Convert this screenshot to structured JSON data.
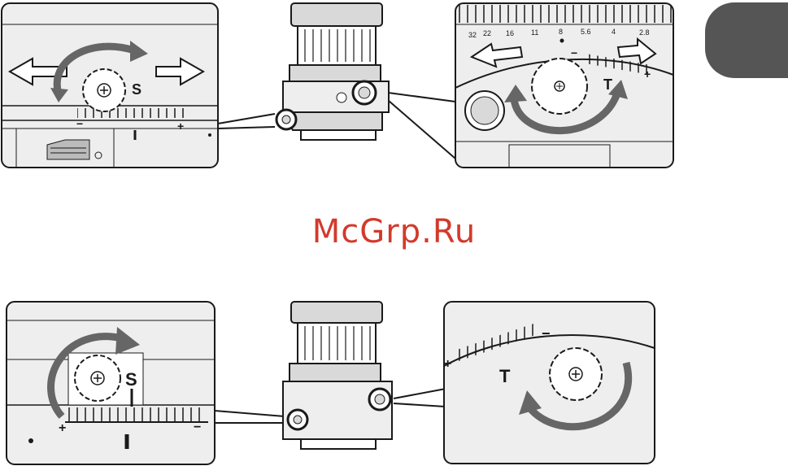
{
  "watermark": {
    "text": "McGrp.Ru",
    "color": "#d23a2c"
  },
  "colors": {
    "line": "#1a1a1a",
    "panel": "#eeeeee",
    "arrow": "#666666",
    "lens": "#d9d9d9",
    "tab": "#555555"
  },
  "top_left": {
    "tick_labels": {
      "minus": "−",
      "plus": "+",
      "s": "S"
    }
  },
  "top_right": {
    "aperture_scale": [
      "32",
      "22",
      "16",
      "11",
      "8",
      "5.6",
      "4",
      "2.8"
    ],
    "marks": {
      "minus": "−",
      "plus": "+",
      "t": "T"
    }
  },
  "bottom_left": {
    "marks": {
      "s": "S",
      "plus": "+",
      "minus": "−"
    }
  },
  "bottom_right": {
    "marks": {
      "plus": "+",
      "minus": "−",
      "t": "T"
    }
  },
  "icons": [
    "tilt-arrows-icon",
    "rotate-arrow-icon",
    "lens-icon",
    "knob-icon"
  ]
}
